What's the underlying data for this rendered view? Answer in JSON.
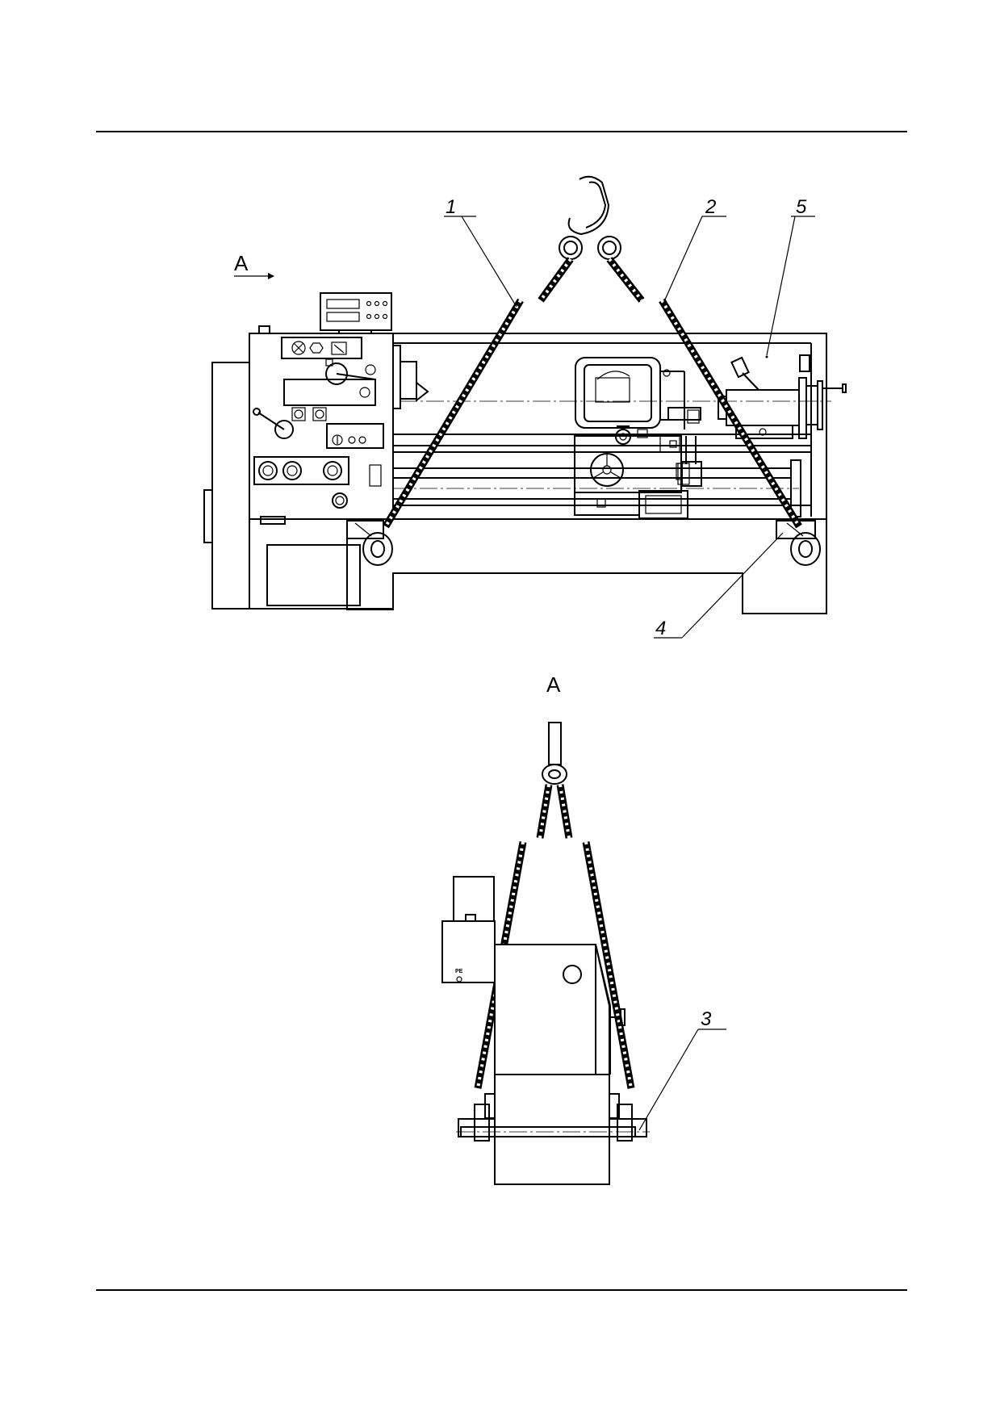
{
  "callouts": {
    "c1": "1",
    "c2": "2",
    "c3": "3",
    "c4": "4",
    "c5": "5"
  },
  "views": {
    "arrow_label": "А",
    "view_title": "А"
  },
  "marking": {
    "pe": "PE"
  }
}
